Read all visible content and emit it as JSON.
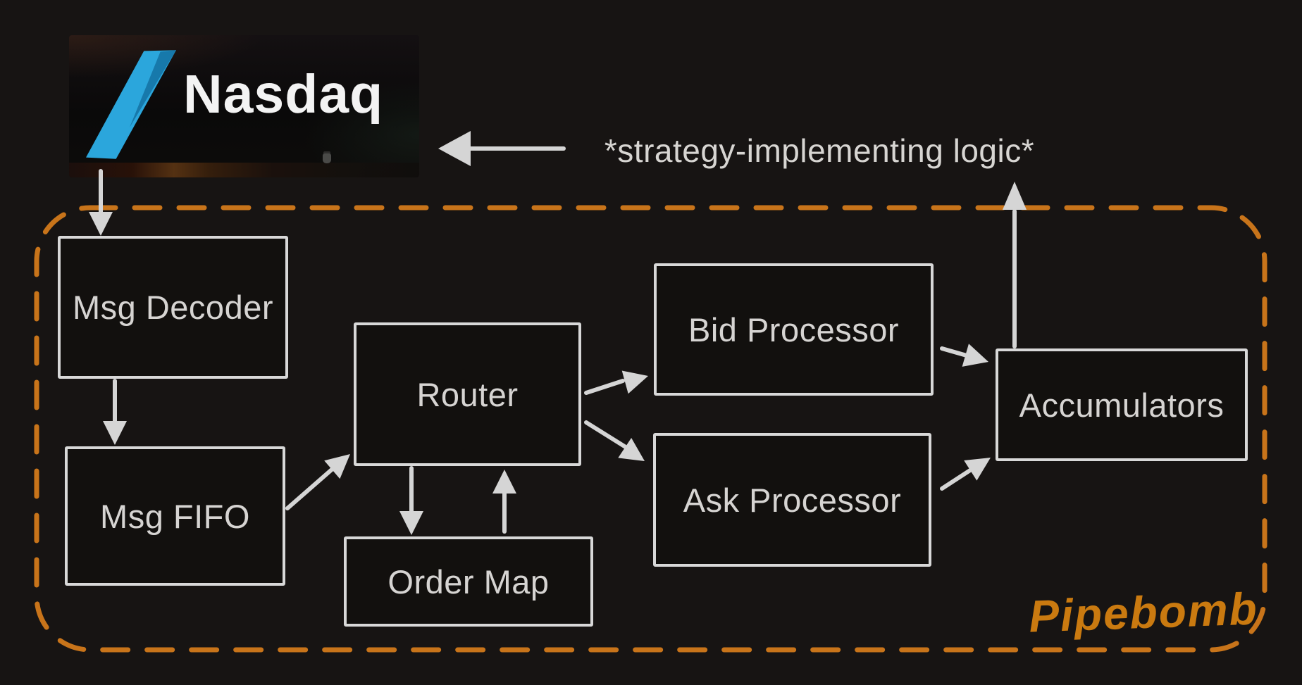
{
  "logo": {
    "wordmark": "Nasdaq",
    "ribbon_color": "#2ba6dc",
    "wordmark_color": "#f3f3f3"
  },
  "annotation": {
    "strategy_label": "*strategy-implementing logic*"
  },
  "container": {
    "label": "Pipebomb",
    "border_color": "#c8741a",
    "label_color": "#ca7a10",
    "style": "dashed-rounded"
  },
  "nodes": [
    {
      "id": "msg-decoder",
      "label": "Msg Decoder"
    },
    {
      "id": "msg-fifo",
      "label": "Msg FIFO"
    },
    {
      "id": "router",
      "label": "Router"
    },
    {
      "id": "order-map",
      "label": "Order Map"
    },
    {
      "id": "bid-processor",
      "label": "Bid Processor"
    },
    {
      "id": "ask-processor",
      "label": "Ask Processor"
    },
    {
      "id": "accumulators",
      "label": "Accumulators"
    }
  ],
  "edges": [
    {
      "from": "nasdaq-sign",
      "to": "msg-decoder"
    },
    {
      "from": "msg-decoder",
      "to": "msg-fifo"
    },
    {
      "from": "msg-fifo",
      "to": "router"
    },
    {
      "from": "router",
      "to": "bid-processor"
    },
    {
      "from": "router",
      "to": "ask-processor"
    },
    {
      "from": "router",
      "to": "order-map"
    },
    {
      "from": "order-map",
      "to": "router"
    },
    {
      "from": "bid-processor",
      "to": "accumulators"
    },
    {
      "from": "ask-processor",
      "to": "accumulators"
    },
    {
      "from": "accumulators",
      "to": "strategy-logic"
    },
    {
      "from": "strategy-logic",
      "to": "nasdaq-sign"
    }
  ],
  "colors": {
    "background": "#171413",
    "node_border": "#d8d8d8",
    "node_text": "#d6d4d2",
    "arrow": "#d5d5d5"
  }
}
